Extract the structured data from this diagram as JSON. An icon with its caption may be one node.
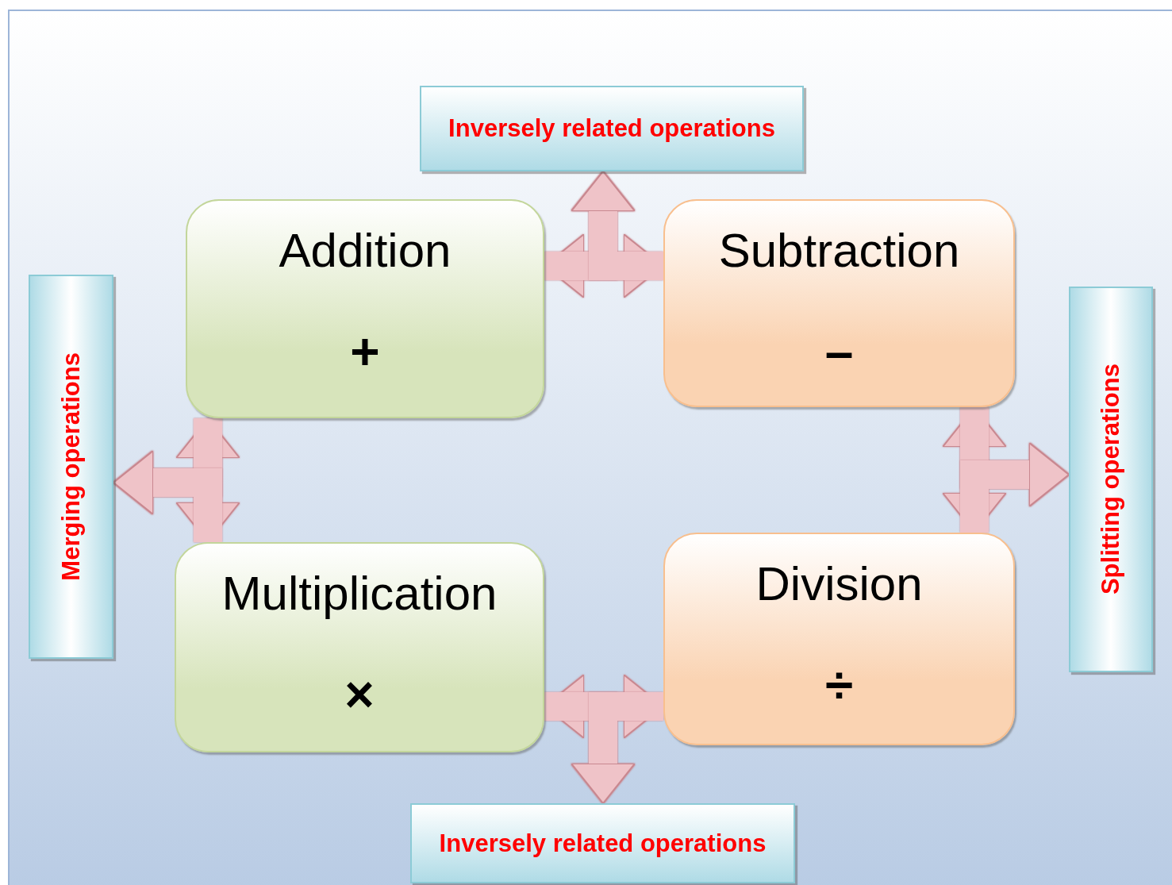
{
  "diagram": {
    "nodes": [
      {
        "text": [
          "Inversely related operations"
        ]
      },
      {
        "text": [
          "Addition",
          "+"
        ]
      },
      {
        "text": [
          "Subtraction",
          "–"
        ]
      },
      {
        "text": [
          "Merging operations"
        ]
      },
      {
        "text": [
          "Splitting operations"
        ]
      },
      {
        "text": [
          "Multiplication",
          "×"
        ]
      },
      {
        "text": [
          "Division",
          "÷"
        ]
      },
      {
        "text": [
          "Inversely related operations"
        ]
      }
    ],
    "edges": [
      {
        "from": 1,
        "to": 2,
        "arrow": "both"
      },
      {
        "from": 1,
        "to": 0,
        "arrow": "to"
      },
      {
        "from": 2,
        "to": 0,
        "arrow": "to"
      },
      {
        "from": 1,
        "to": 5,
        "arrow": "both"
      },
      {
        "from": 1,
        "to": 3,
        "arrow": "to"
      },
      {
        "from": 5,
        "to": 3,
        "arrow": "to"
      },
      {
        "from": 2,
        "to": 6,
        "arrow": "both"
      },
      {
        "from": 2,
        "to": 4,
        "arrow": "to"
      },
      {
        "from": 6,
        "to": 4,
        "arrow": "to"
      },
      {
        "from": 5,
        "to": 6,
        "arrow": "both"
      },
      {
        "from": 5,
        "to": 7,
        "arrow": "to"
      },
      {
        "from": 6,
        "to": 7,
        "arrow": "to"
      }
    ]
  }
}
